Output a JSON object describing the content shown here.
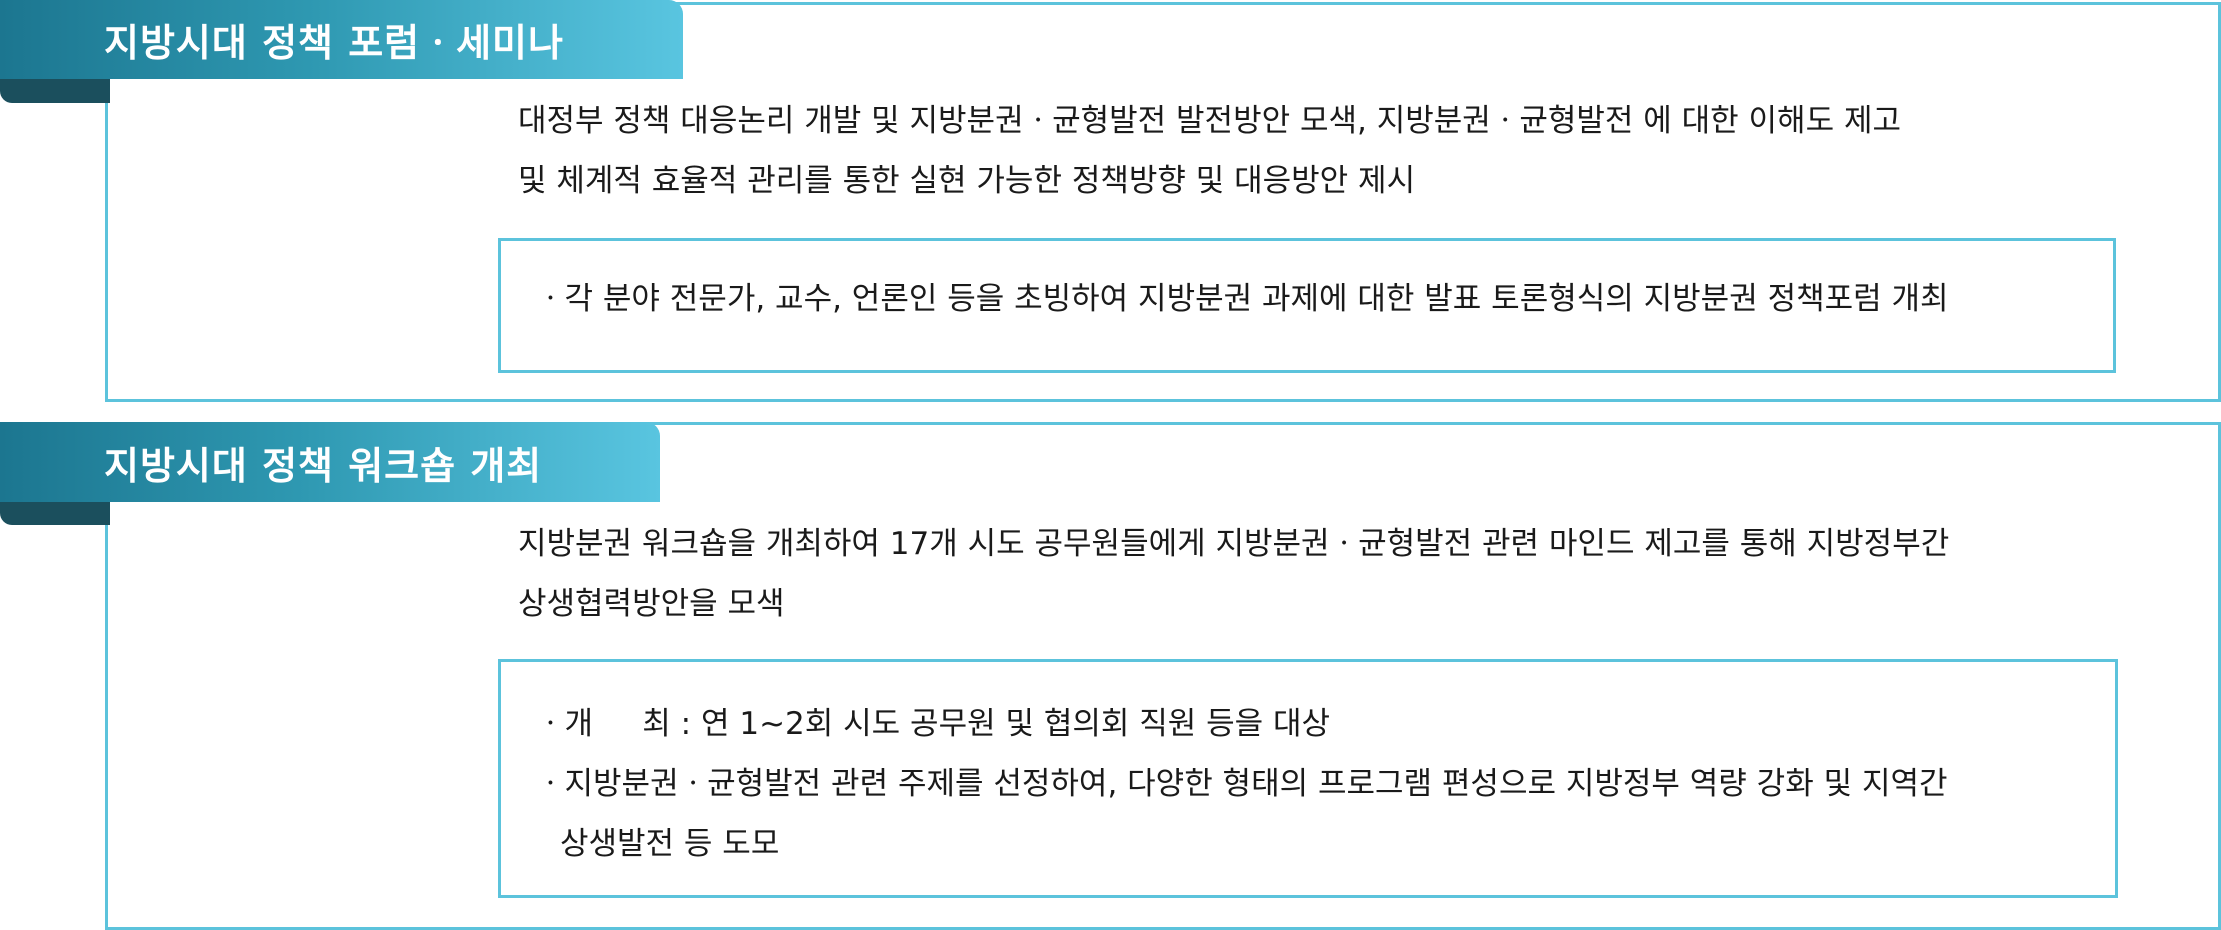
{
  "sections": [
    {
      "title": "지방시대 정책 포럼ㆍ세미나",
      "description": [
        "대정부 정책 대응논리 개발 및 지방분권ㆍ균형발전 발전방안 모색, 지방분권ㆍ균형발전 에 대한 이해도 제고",
        "및 체계적 효율적 관리를 통한 실현 가능한 정책방향 및 대응방안 제시"
      ],
      "bullets": [
        "ㆍ각 분야 전문가, 교수, 언론인 등을 초빙하여 지방분권 과제에 대한 발표 토론형식의 지방분권 정책포럼 개최"
      ]
    },
    {
      "title": "지방시대 정책 워크숍 개최",
      "description": [
        "지방분권 워크숍을 개최하여 17개 시도 공무원들에게 지방분권ㆍ균형발전 관련 마인드 제고를 통해 지방정부간",
        "상생협력방안을 모색"
      ],
      "bullets": [
        "ㆍ개     최 : 연 1~2회 시도 공무원 및 협의회 직원 등을 대상",
        "ㆍ지방분권ㆍ균형발전 관련 주제를 선정하여, 다양한 형태의 프로그램 편성으로 지방정부 역량 강화 및 지역간",
        "상생발전 등 도모"
      ]
    }
  ]
}
